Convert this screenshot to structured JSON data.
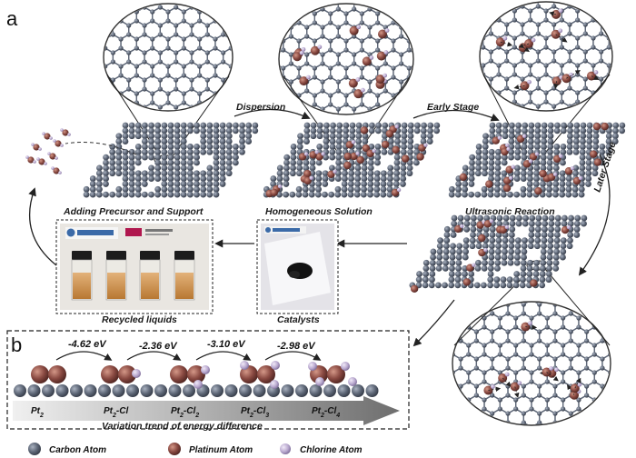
{
  "panels": {
    "a": "a",
    "b": "b"
  },
  "steps": {
    "adding": "Adding Precursor and Support",
    "homogeneous": "Homogeneous Solution",
    "ultrasonic": "Ultrasonic Reaction",
    "dispersion": "Dispersion",
    "early": "Early Stage",
    "later": "Later Stage",
    "recycled": "Recycled liquids",
    "catalysts": "Catalysts"
  },
  "energies": [
    "-4.62 eV",
    "-2.36 eV",
    "-3.10 eV",
    "-2.98 eV"
  ],
  "species": [
    {
      "base": "Pt",
      "sub": "2",
      "tail": "",
      "tailsub": ""
    },
    {
      "base": "Pt",
      "sub": "2",
      "tail": "-Cl",
      "tailsub": ""
    },
    {
      "base": "Pt",
      "sub": "2",
      "tail": "-Cl",
      "tailsub": "2"
    },
    {
      "base": "Pt",
      "sub": "2",
      "tail": "-Cl",
      "tailsub": "3"
    },
    {
      "base": "Pt",
      "sub": "2",
      "tail": "-Cl",
      "tailsub": "4"
    }
  ],
  "trend_label": "Variation trend of energy difference",
  "legend": {
    "carbon": "Carbon Atom",
    "platinum": "Platinum Atom",
    "chlorine": "Chlorine Atom"
  },
  "colors": {
    "carbon": "#5f6878",
    "platinum": "#8a4a42",
    "chlorine": "#b9a9cf",
    "arrow": "#2a2a2a"
  }
}
